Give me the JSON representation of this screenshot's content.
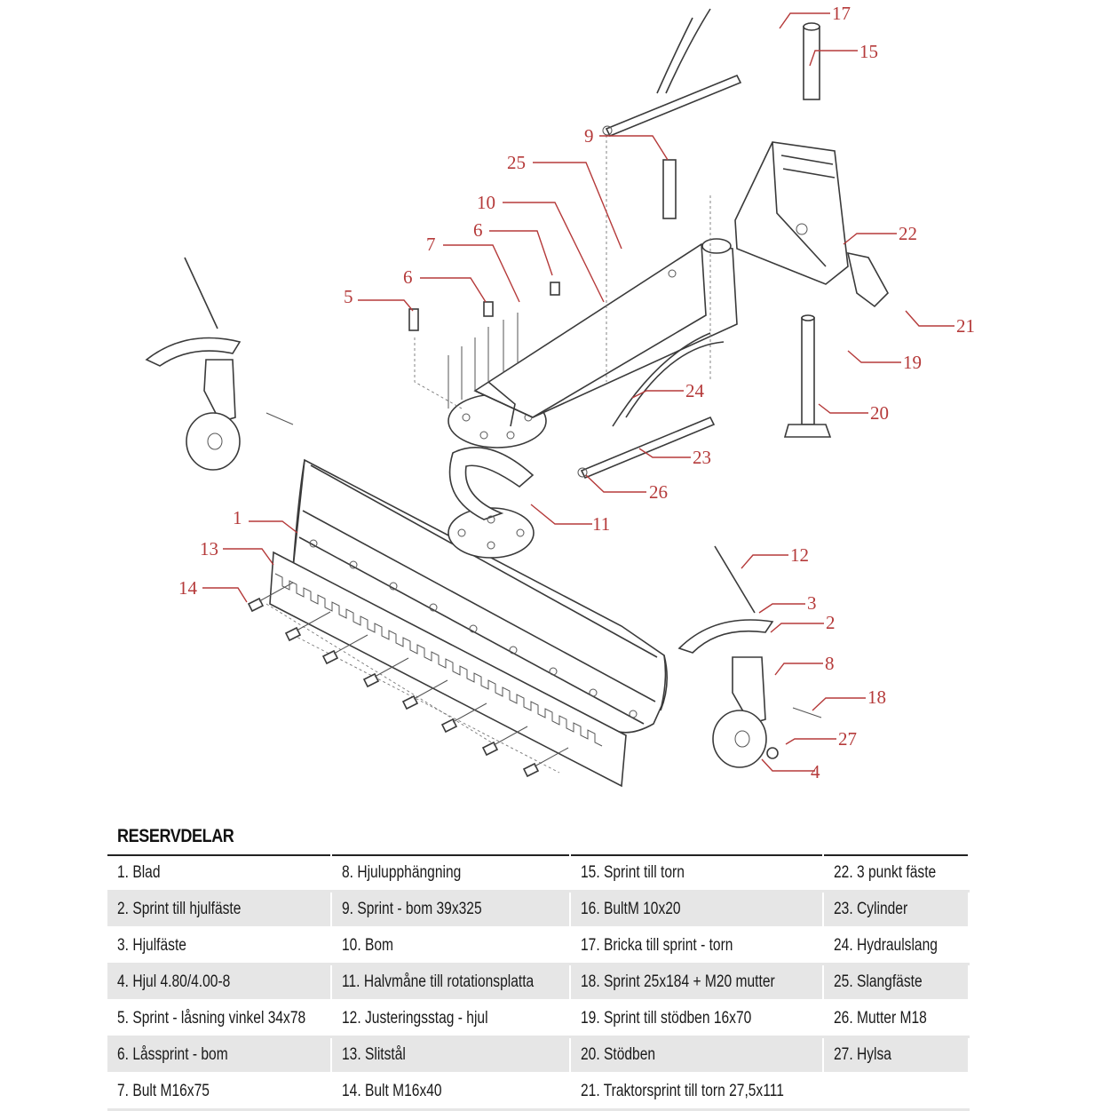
{
  "callouts": [
    {
      "n": "1"
    },
    {
      "n": "2"
    },
    {
      "n": "3"
    },
    {
      "n": "4"
    },
    {
      "n": "5"
    },
    {
      "n": "6"
    },
    {
      "n": "6"
    },
    {
      "n": "7"
    },
    {
      "n": "8"
    },
    {
      "n": "9"
    },
    {
      "n": "10"
    },
    {
      "n": "11"
    },
    {
      "n": "12"
    },
    {
      "n": "13"
    },
    {
      "n": "14"
    },
    {
      "n": "15"
    },
    {
      "n": "17"
    },
    {
      "n": "18"
    },
    {
      "n": "19"
    },
    {
      "n": "20"
    },
    {
      "n": "21"
    },
    {
      "n": "22"
    },
    {
      "n": "23"
    },
    {
      "n": "24"
    },
    {
      "n": "25"
    },
    {
      "n": "26"
    },
    {
      "n": "27"
    }
  ],
  "parts": {
    "title": "RESERVDELAR",
    "rows": [
      [
        "1. Blad",
        "8. Hjulupphängning",
        "15. Sprint till torn",
        "22. 3 punkt fäste"
      ],
      [
        "2. Sprint till hjulfäste",
        "9.  Sprint - bom 39x325",
        "16. BultM 10x20",
        "23. Cylinder"
      ],
      [
        "3. Hjulfäste",
        "10. Bom",
        "17. Bricka till sprint - torn",
        "24. Hydraulslang"
      ],
      [
        "4. Hjul 4.80/4.00-8",
        "11. Halvmåne till rotationsplatta",
        "18. Sprint 25x184 + M20 mutter",
        "25. Slangfäste"
      ],
      [
        "5. Sprint - låsning vinkel 34x78",
        "12. Justeringsstag - hjul",
        "19. Sprint till stödben 16x70",
        "26. Mutter M18"
      ],
      [
        "6. Låssprint - bom",
        "13. Slitstål",
        "20. Stödben",
        "27. Hylsa"
      ],
      [
        "7. Bult M16x75",
        "14. Bult M16x40",
        "21. Traktorsprint till torn 27,5x111",
        ""
      ]
    ]
  }
}
